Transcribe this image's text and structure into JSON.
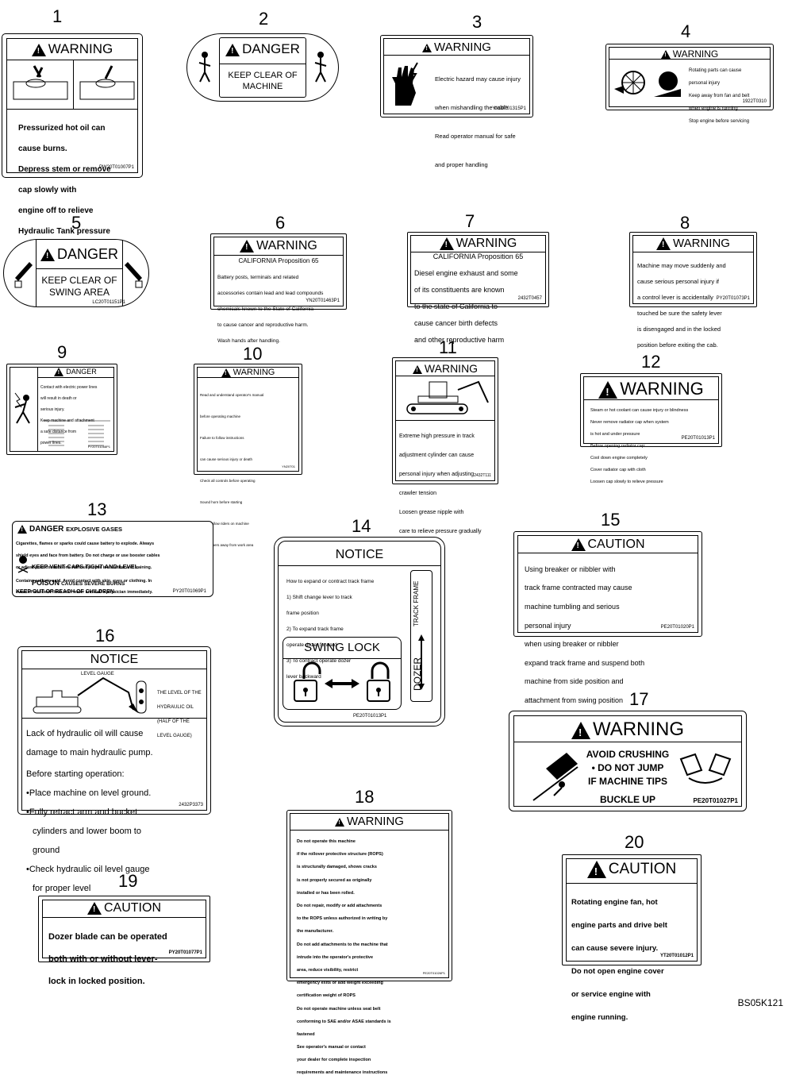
{
  "figure_code": "BS05K121",
  "decals": [
    {
      "num": "1",
      "header": "WARNING",
      "lines": [
        "Pressurized hot oil can",
        "cause burns.",
        "Depress stem or remove",
        "cap slowly with",
        "engine off to relieve",
        "Hydraulic Tank pressure"
      ],
      "code": "PW20T01007P1"
    },
    {
      "num": "2",
      "header": "DANGER",
      "lines": [
        "KEEP CLEAR OF",
        "MACHINE"
      ],
      "code": ""
    },
    {
      "num": "3",
      "header": "WARNING",
      "lines": [
        "Electric hazard may cause injury",
        "when mishandling the cable",
        "Read operator manual for safe",
        "and proper handling"
      ],
      "code": "YN20T01315P1"
    },
    {
      "num": "4",
      "header": "WARNING",
      "lines": [
        "Rotating parts can cause",
        "personal injury",
        "Keep away from fan and belt",
        "when engine is running",
        "Stop engine before servicing"
      ],
      "code": "1922T0310"
    },
    {
      "num": "5",
      "header": "DANGER",
      "lines": [
        "KEEP CLEAR OF",
        "SWING AREA"
      ],
      "code": "LC20T01151P1"
    },
    {
      "num": "6",
      "header": "WARNING",
      "lines": [
        "CALIFORNIA Proposition 65",
        "Battery posts, terminals and related",
        "accessories contain lead and lead compounds",
        "chemicals known to the State of California",
        "to cause cancer and reproductive harm.",
        "Wash hands after handling."
      ],
      "code": "YN20T01463P1"
    },
    {
      "num": "7",
      "header": "WARNING",
      "lines": [
        "CALIFORNIA Proposition 65",
        "Diesel engine exhaust and some",
        "of its constituents are known",
        "to the state of California to",
        "cause cancer birth defects",
        "and other reproductive harm"
      ],
      "code": "2432T0457"
    },
    {
      "num": "8",
      "header": "WARNING",
      "lines": [
        "Machine may move suddenly and",
        "cause serious personal injury if",
        "a control lever is accidentally",
        "touched be sure the safety lever",
        "is disengaged and in the locked",
        "position before exiting the cab."
      ],
      "code": "PY20T01073P1"
    },
    {
      "num": "9",
      "header": "DANGER",
      "lines": [
        "Contact with electric power lines",
        "will result in death or",
        "serious injury.",
        "Keep machine and attachment",
        "a safe distance from",
        "power lines."
      ],
      "code": "PY20T01068P1"
    },
    {
      "num": "10",
      "header": "WARNING",
      "lines": [
        "Read and understand operator's manual",
        "before operating machine",
        "Failure to follow instructions",
        "can cause serious injury or death",
        "Check all controls before operating",
        "Sound horn before starting",
        "Do not allow riders on machine",
        "Keep others away from work area"
      ],
      "code": "YN20T01"
    },
    {
      "num": "11",
      "header": "WARNING",
      "lines": [
        "Extreme high pressure in track",
        "adjustment cylinder can cause",
        "personal injury when adjusting",
        "crawler tension",
        "Loosen grease nipple with",
        "care to relieve pressure gradually"
      ],
      "code": "2432T111"
    },
    {
      "num": "12",
      "header": "WARNING",
      "lines": [
        "Steam or hot coolant can cause injury or blindness",
        "Never remove radiator cap when system",
        "is hot and under pressure",
        "Before opening radiator cap:",
        "Cool down engine completely",
        "Cover radiator cap with cloth",
        "Loosen cap slowly to relieve pressure"
      ],
      "code": "PE20T01013P1"
    },
    {
      "num": "13",
      "header": "DANGER",
      "lines": [
        "EXPLOSIVE GASES",
        "Cigarettes, flames or sparks could cause battery to explode. Always",
        "shield eyes and face from battery. Do not charge or use booster cables",
        "or adjust post connections without proper instruction and training.",
        "KEEP VENT CAPS TIGHT AND LEVEL",
        "POISON",
        "CAUSES SEVERE BURNS",
        "Contains sulfuric acid. Avoid contact with skin, eyes or clothing. In",
        "event of accident flush with water and call a physician immediately.",
        "KEEP OUT OF REACH OF CHILDREN"
      ],
      "code": "PY20T01069P1"
    },
    {
      "num": "14",
      "header": "NOTICE",
      "lines": [
        "How to expand or contract track frame",
        "1) Shift change lever to track",
        "frame position",
        "2) To expand track frame",
        "operate dozer forward",
        "3) To contract operate dozer",
        "lever backward"
      ],
      "sub": "SWING LOCK",
      "side1": "TRACK FRAME",
      "side2": "DOZER",
      "code": "PE20T01013P1"
    },
    {
      "num": "15",
      "header": "CAUTION",
      "lines": [
        "Using breaker or nibbler with",
        "track frame contracted may cause",
        "machine tumbling and serious",
        "personal injury",
        "when using breaker or nibbler",
        "expand track frame and suspend both",
        "machine from side position and",
        "attachment from swing position"
      ],
      "code": "PE20T01020P1"
    },
    {
      "num": "16",
      "header": "NOTICE",
      "gauge_label": "LEVEL GAUGE",
      "gauge_note": [
        "THE LEVEL OF THE",
        "HYDRAULIC OIL",
        "(HALF OF THE",
        "LEVEL GAUGE)"
      ],
      "lines": [
        "Lack of hydraulic oil will cause",
        "damage to main hydraulic pump.",
        "Before starting operation:",
        "•Place machine on level ground.",
        "•Fully retract arm and bucket",
        "cylinders and lower boom to",
        "ground",
        "•Check hydraulic oil level gauge",
        "for proper level"
      ],
      "code": "2432P3373"
    },
    {
      "num": "17",
      "header": "WARNING",
      "lines": [
        "AVOID CRUSHING",
        "• DO NOT JUMP",
        "IF MACHINE TIPS",
        "BUCKLE UP"
      ],
      "code": "PE20T01027P1"
    },
    {
      "num": "18",
      "header": "WARNING",
      "lines": [
        "Do not operate this machine",
        "if the rollover protective structure (ROPS)",
        "is structurally damaged, shows cracks",
        "is not properly secured as originally",
        "installed or has been rolled.",
        "Do not repair, modify or add attachments",
        "to the ROPS unless authorized in writing by",
        "the manufacturer.",
        "Do not add attachments to the machine that",
        "intrude into the operator's protective",
        "area, reduce visibility, restrict",
        "emergency exits or add weight exceeding",
        "certification weight of ROPS",
        "Do not operate machine unless seat belt",
        "conforming to SAE and/or ASAE standards is",
        "fastened",
        "See operator's manual or contact",
        "your dealer for complete inspection",
        "requirements and maintenance instructions"
      ],
      "code": "PE20T01026P1"
    },
    {
      "num": "19",
      "header": "CAUTION",
      "lines": [
        "Dozer blade can be operated",
        "both with or without lever-",
        "lock in locked position."
      ],
      "code": "PY20T01077P1"
    },
    {
      "num": "20",
      "header": "CAUTION",
      "lines": [
        "Rotating engine fan, hot",
        "engine parts and drive belt",
        "can cause severe injury.",
        "Do not open engine cover",
        "or service engine with",
        "engine running."
      ],
      "code": "YT20T01012P1"
    }
  ]
}
